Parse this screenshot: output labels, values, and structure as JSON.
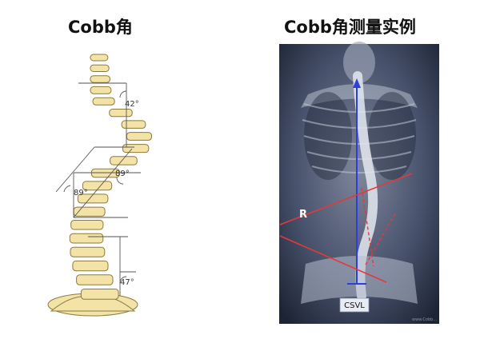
{
  "titles": {
    "left": "Cobb角",
    "right": "Cobb角测量实例"
  },
  "diagram": {
    "angles": [
      "42°",
      "89°",
      "89°",
      "47°"
    ]
  },
  "xray": {
    "side_label": "R",
    "line_label": "CSVL",
    "watermark": "www.Cobb..."
  },
  "colors": {
    "vertebra_fill": "#f4e3a6",
    "vertebra_stroke": "#8a7a3c",
    "construction_line": "#555555",
    "measure_red": "#e23a3a",
    "csvl_blue": "#2b3fd9",
    "xray_bg": "#2a3246"
  }
}
